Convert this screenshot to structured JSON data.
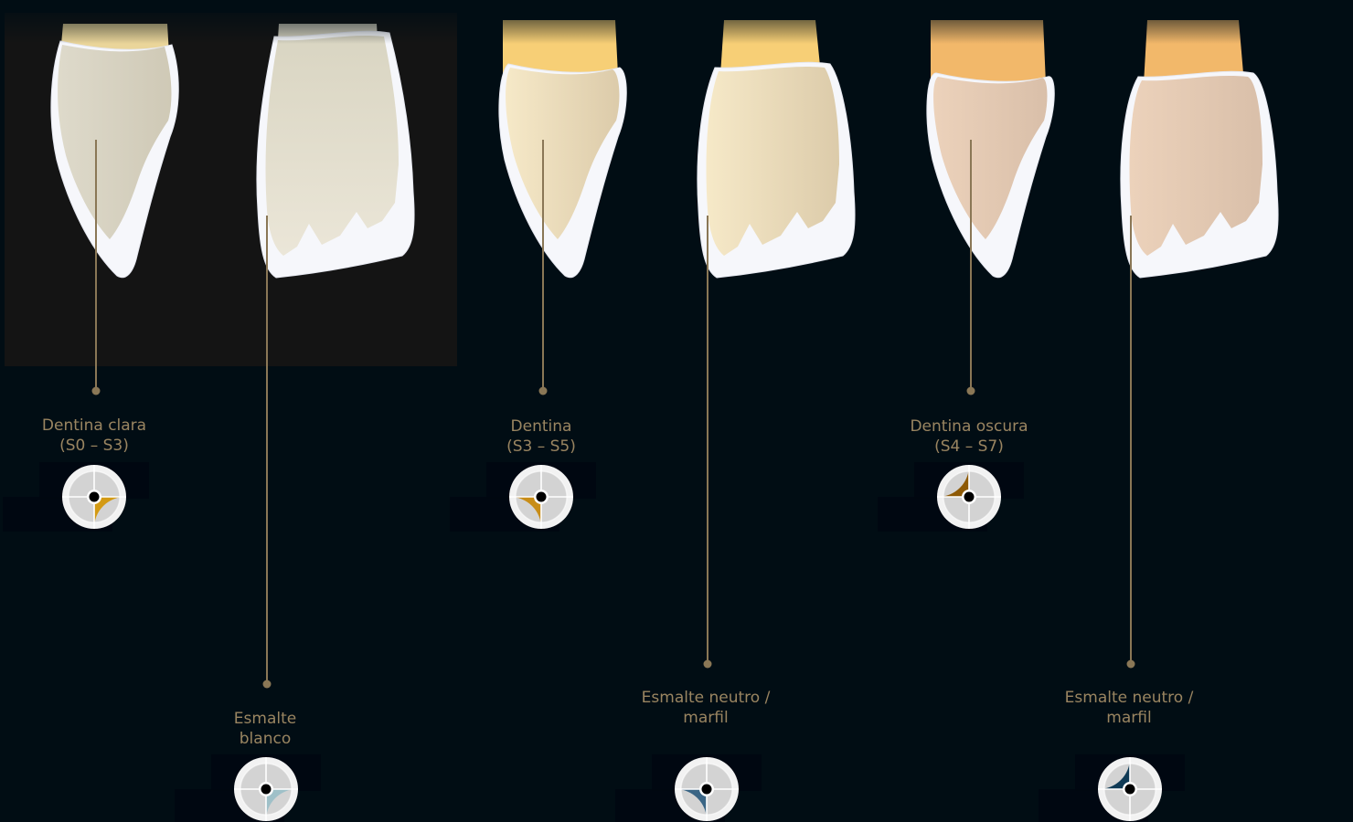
{
  "colors": {
    "background": "#010d14",
    "highlight_panel": "#141414",
    "leader_line": "#8a7756",
    "label_text": "#9a8561",
    "enamel": "#f6f7fb",
    "dial_ring": "#c9c9c9"
  },
  "groups": [
    {
      "id": "light",
      "dentin_color": "#e1dccc",
      "cervical_color": "#f4d58c",
      "dentin_label": [
        "Dentina clara",
        "(S0 – S3)"
      ],
      "dentin_dial": {
        "quadrant": "bottom-right",
        "color": "#d39a14"
      },
      "enamel_label": [
        "Esmalte",
        "blanco"
      ],
      "enamel_dial": {
        "quadrant": "bottom-right",
        "color": "#9fc0c8"
      }
    },
    {
      "id": "medium",
      "dentin_color": "#e7d7b6",
      "cervical_color": "#f7cf76",
      "dentin_label": [
        "Dentina",
        "(S3 – S5)"
      ],
      "dentin_dial": {
        "quadrant": "bottom-left",
        "color": "#c88d18"
      },
      "enamel_label": [
        "Esmalte neutro /",
        "marfil"
      ],
      "enamel_dial": {
        "quadrant": "bottom-left",
        "color": "#3a6585"
      }
    },
    {
      "id": "dark",
      "dentin_color": "#dcc2ad",
      "cervical_color": "#f2b86a",
      "dentin_label": [
        "Dentina oscura",
        "(S4 – S7)"
      ],
      "dentin_dial": {
        "quadrant": "top-left",
        "color": "#8e5a06"
      },
      "enamel_label": [
        "Esmalte neutro /",
        "marfil"
      ],
      "enamel_dial": {
        "quadrant": "top-left",
        "color": "#0f3a55"
      }
    }
  ]
}
